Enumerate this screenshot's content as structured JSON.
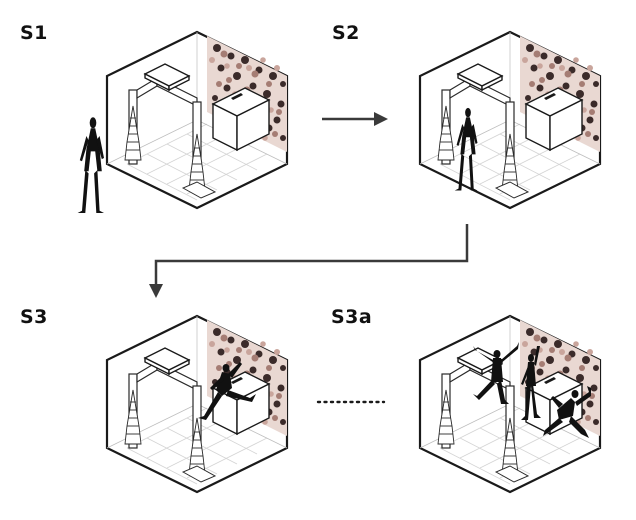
{
  "stages": [
    {
      "id": "S1",
      "label": "S1"
    },
    {
      "id": "S2",
      "label": "S2"
    },
    {
      "id": "S3",
      "label": "S3"
    },
    {
      "id": "S3a",
      "label": "S3a"
    }
  ],
  "connectors": [
    {
      "from": "S1",
      "to": "S2",
      "style": "arrow"
    },
    {
      "from": "S2",
      "to": "S3",
      "style": "elbow-arrow"
    },
    {
      "from": "S3",
      "to": "S3a",
      "style": "dotted"
    }
  ],
  "colors": {
    "outline": "#1a1a1a",
    "arrow": "#3a3a3a",
    "floor_grid": "#cfcfcf",
    "figure": "#111111",
    "mosaic": [
      "#3b2b2a",
      "#7a5a55",
      "#c9a59c",
      "#e8d2cb",
      "#f6ece8",
      "#a57d74",
      "#5e4642"
    ]
  },
  "icons": [
    "isometric-room-icon",
    "walking-figure-icon",
    "dancing-figure-icon"
  ]
}
